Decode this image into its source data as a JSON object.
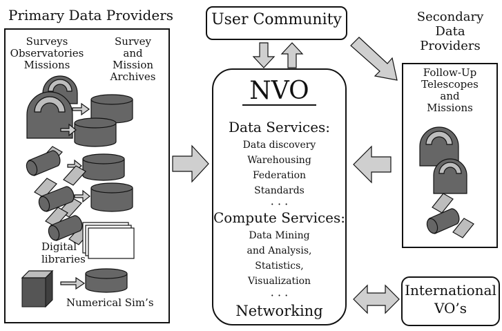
{
  "primary": {
    "title": "Primary Data Providers",
    "col1": "Surveys\nObservatories\nMissions",
    "col2": "Survey\nand\nMission\nArchives",
    "digital": "Digital\nlibraries",
    "numerical": "Numerical Sim’s"
  },
  "user_community": "User Community",
  "nvo": {
    "title": "NVO",
    "data_services_heading": "Data Services:",
    "data_services": [
      "Data discovery",
      "Warehousing",
      "Federation",
      "Standards"
    ],
    "ellipsis1": "· · ·",
    "compute_services_heading": "Compute Services:",
    "compute_services": [
      "Data Mining",
      "and Analysis,",
      "Statistics,",
      "Visualization"
    ],
    "ellipsis2": "· · ·",
    "networking": "Networking"
  },
  "secondary": {
    "title": "Secondary\nData\nProviders",
    "box_label": "Follow-Up\nTelescopes\nand\nMissions"
  },
  "international": "International\nVO’s",
  "colors": {
    "arrow_fill": "#cfcfcf",
    "icon_dark": "#666666",
    "icon_light": "#bdbdbd",
    "line": "#111111"
  }
}
